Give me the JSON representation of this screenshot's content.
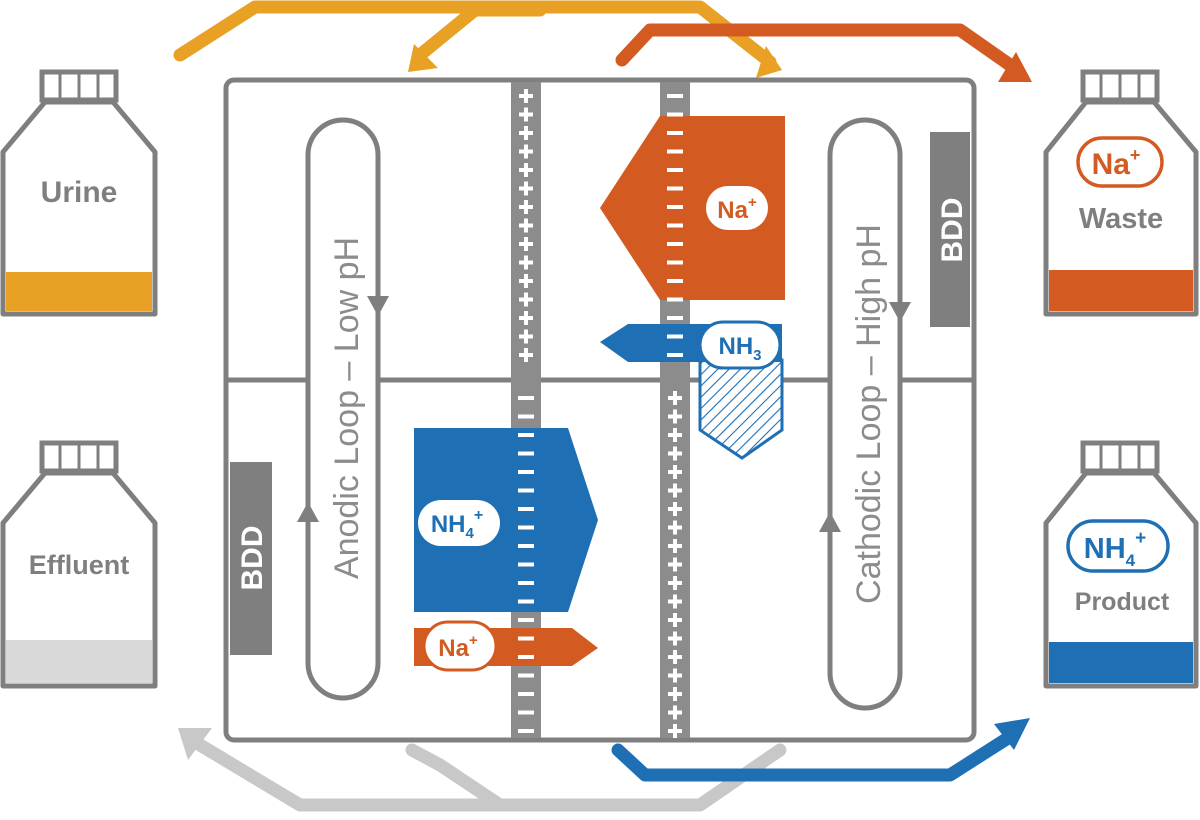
{
  "bottles": {
    "urine": "Urine",
    "effluent": "Effluent",
    "waste_ion": "Na",
    "waste_ion_sup": "+",
    "waste": "Waste",
    "product_ion": "NH",
    "product_ion_sub": "4",
    "product_ion_sup": "+",
    "product": "Product"
  },
  "cell": {
    "anodic_loop": "Anodic Loop – Low pH",
    "cathodic_loop": "Cathodic Loop – High pH",
    "electrode_left": "BDD",
    "electrode_right": "BDD",
    "membrane_plus": "+",
    "membrane_minus": "−"
  },
  "ions": {
    "na_upper": "Na",
    "na_upper_sup": "+",
    "nh3": "NH",
    "nh3_sub": "3",
    "nh4": "NH",
    "nh4_sub": "4",
    "nh4_sup": "+",
    "na_lower": "Na",
    "na_lower_sup": "+"
  },
  "colors": {
    "orange": "#D35B22",
    "yellow": "#E8A025",
    "blue": "#1F6FB5",
    "grey": "#7F7F7F",
    "light_grey": "#C8C8C8"
  }
}
